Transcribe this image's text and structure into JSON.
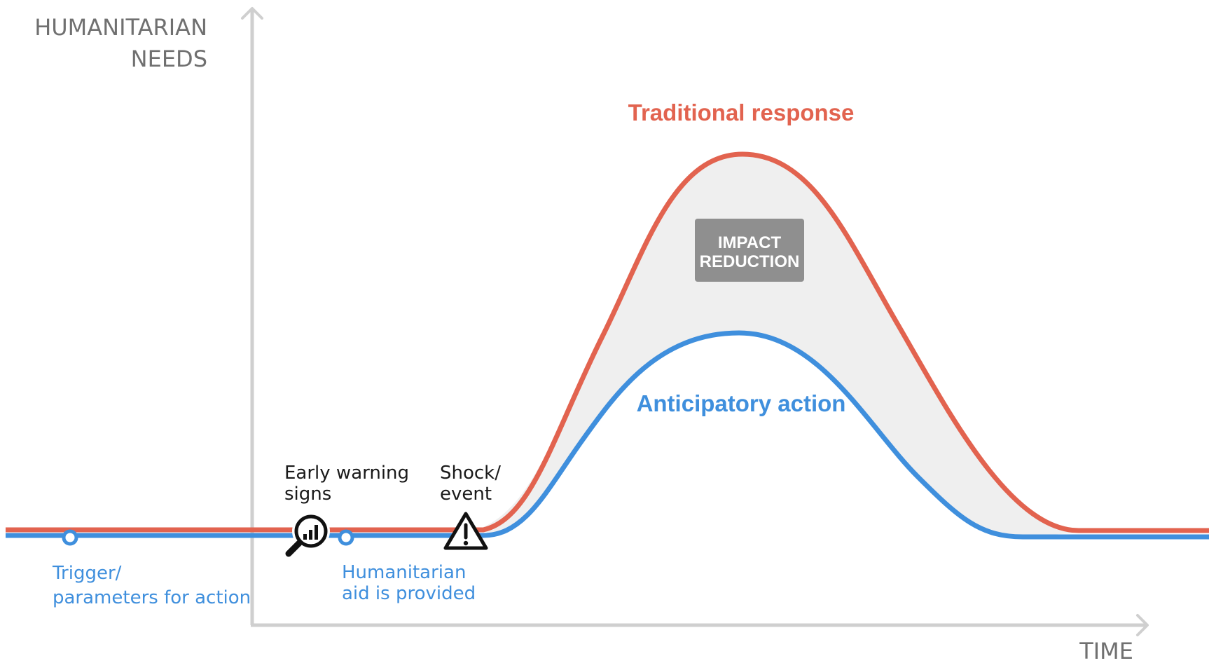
{
  "axes": {
    "y_label_line1": "HUMANITARIAN",
    "y_label_line2": "NEEDS",
    "x_label": "TIME"
  },
  "series": {
    "traditional": {
      "label": "Traditional response",
      "color": "#e2634f"
    },
    "anticipatory": {
      "label": "Anticipatory action",
      "color": "#3f8fdd"
    }
  },
  "impact": {
    "line1": "IMPACT",
    "line2": "REDUCTION",
    "badge_color": "#8f8f8f",
    "area_color": "#efefef"
  },
  "milestones": {
    "early_warning": {
      "line1": "Early warning",
      "line2": "signs",
      "icon": "magnifier-chart-icon"
    },
    "shock": {
      "line1": "Shock/",
      "line2": "event",
      "icon": "warning-triangle-icon"
    },
    "trigger": {
      "line1": "Trigger/",
      "line2": "parameters for action"
    },
    "aid": {
      "line1": "Humanitarian",
      "line2": "aid is provided"
    }
  },
  "colors": {
    "axis": "#cfcfcf",
    "axis_text": "#707070"
  }
}
